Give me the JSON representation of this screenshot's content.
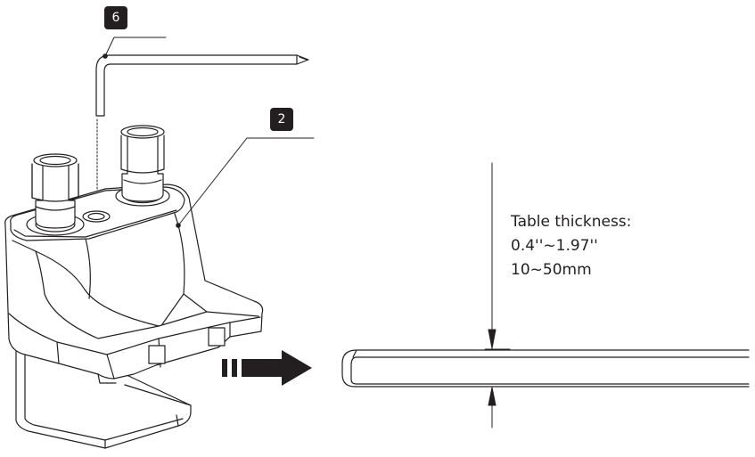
{
  "callouts": {
    "hex_key_number": "6",
    "clamp_number": "2"
  },
  "spec": {
    "title": "Table thickness:",
    "inches": "0.4''~1.97''",
    "millimeters": "10~50mm"
  },
  "colors": {
    "line": "#231f20",
    "badge": "#231f20",
    "arrow": "#231f20",
    "background": "#ffffff"
  },
  "icons": {
    "direction_arrow": "right-arrow-icon"
  }
}
